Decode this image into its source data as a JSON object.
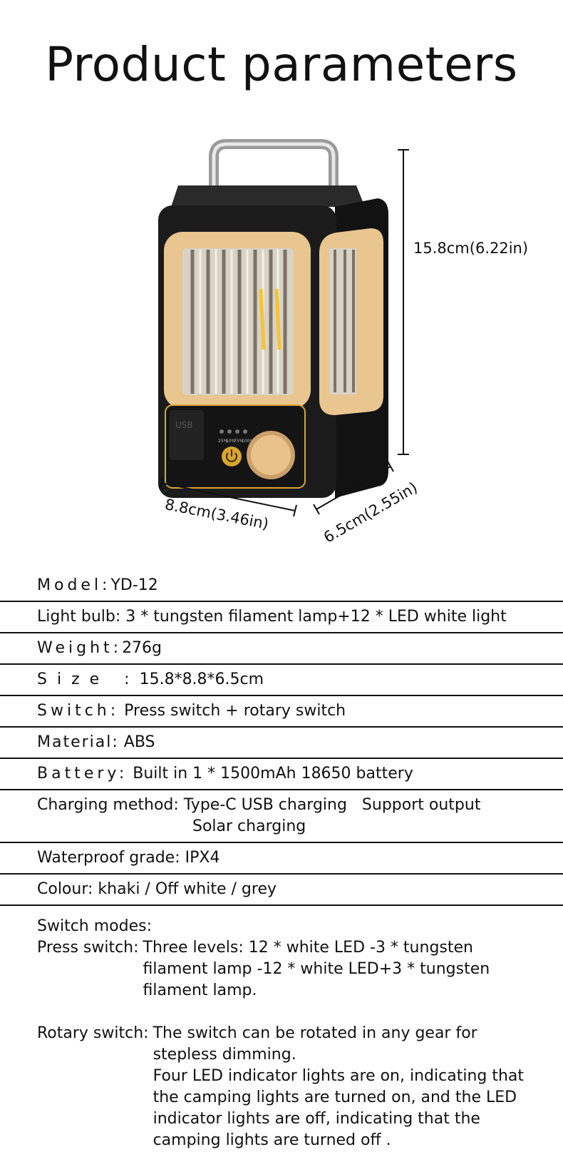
{
  "page": {
    "title": "Product parameters"
  },
  "dimensions": {
    "height": "15.8cm(6.22in)",
    "width": "8.8cm(3.46in)",
    "depth": "6.5cm(2.55in)"
  },
  "product_panel": {
    "usb_label": "USB",
    "indicators": [
      "25%",
      "50%",
      "75%",
      "100%"
    ]
  },
  "specs": [
    {
      "label": "Model:",
      "value": "YD-12"
    },
    {
      "label": "Light bulb:",
      "value": "3 * tungsten filament lamp+12 * LED white light"
    },
    {
      "label": "Weight:",
      "value": "276g"
    },
    {
      "label": "Size :",
      "value": "15.8*8.8*6.5cm"
    },
    {
      "label": "Switch:",
      "value": "Press switch + rotary switch"
    },
    {
      "label": "Material:",
      "value": " ABS"
    },
    {
      "label": "Battery:",
      "value": "Built in 1 * 1500mAh 18650 battery"
    },
    {
      "label": "Charging method:",
      "value": "Type-C USB charging   Support output",
      "value2": "Solar charging"
    },
    {
      "label": "Waterproof grade:",
      "value": "IPX4"
    },
    {
      "label": "Colour:",
      "value": "khaki / Off white / grey"
    }
  ],
  "modes": {
    "heading": "Switch modes:",
    "press_label": "Press switch:",
    "press_text": "Three levels: 12 * white LED -3 * tungsten filament lamp -12 * white LED+3 * tungsten filament lamp.",
    "rotary_label": "Rotary switch:",
    "rotary_text_1": "The switch can be rotated in any gear for stepless dimming.",
    "rotary_text_2": "Four LED indicator lights are on, indicating that the camping lights are turned on, and the LED indicator lights are off, indicating that the camping lights are turned off ."
  },
  "colors": {
    "body": "#1b1b1b",
    "frame": "#e9c590",
    "knob": "#e8c28a",
    "gold": "#d8a531",
    "filament": "#f5c533"
  }
}
